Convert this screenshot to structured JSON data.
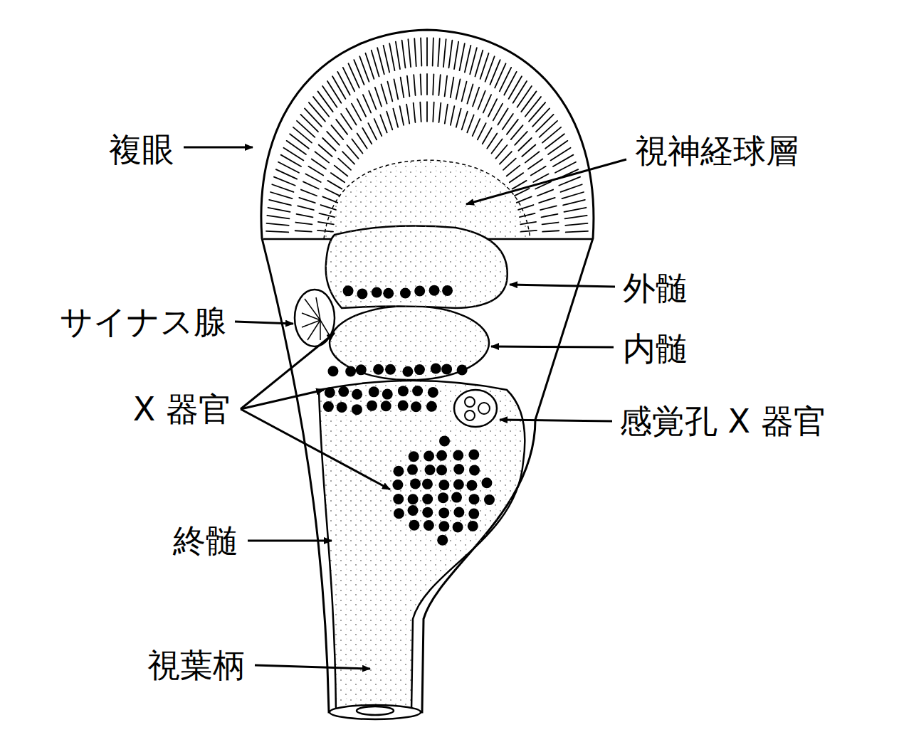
{
  "diagram": {
    "labels": [
      "複眼",
      "視神経球層",
      "外髄",
      "サイナス腺",
      "内髄",
      "X 器官",
      "感覚孔 X 器官",
      "終髄",
      "視葉柄"
    ]
  }
}
